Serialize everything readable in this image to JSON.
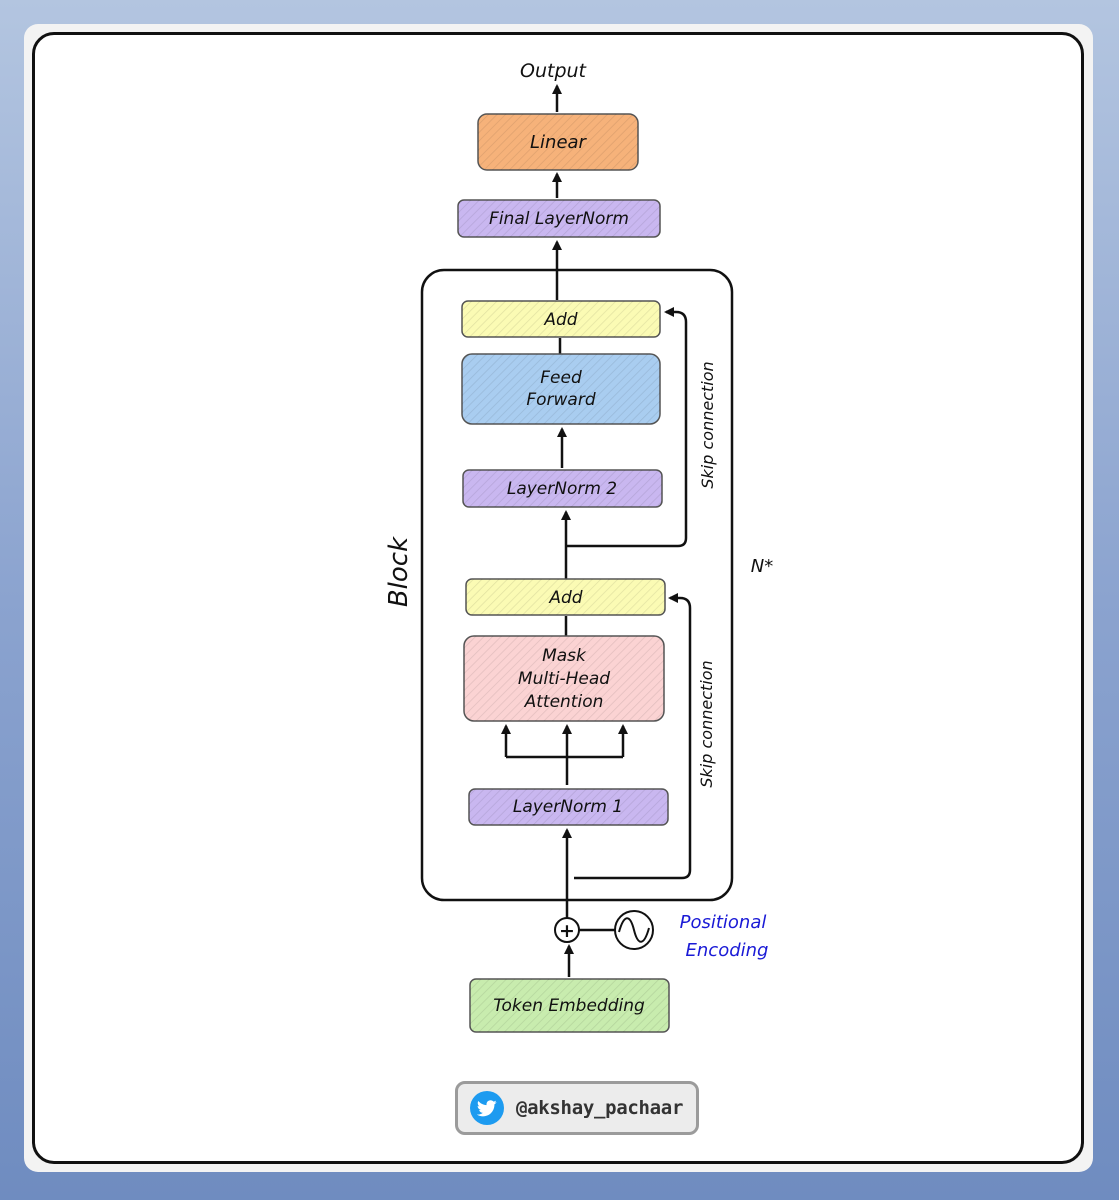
{
  "diagram": {
    "output": "Output",
    "linear": "Linear",
    "final_layernorm": "Final LayerNorm",
    "add_top": "Add",
    "feed_forward": [
      "Feed",
      "Forward"
    ],
    "layernorm2": "LayerNorm 2",
    "add_bottom": "Add",
    "attention": [
      "Mask",
      "Multi-Head",
      "Attention"
    ],
    "layernorm1": "LayerNorm 1",
    "token_embedding": "Token Embedding",
    "positional_encoding": [
      "Positional",
      "Encoding"
    ],
    "block_label": "Block",
    "repeat_label": "N*",
    "skip_top": "Skip connection",
    "skip_bottom": "Skip connection",
    "plus": "+"
  },
  "colors": {
    "linear": "#f6b27a",
    "layernorm": "#c9b7f0",
    "add": "#fbfbb4",
    "feed_forward": "#a9cdf0",
    "attention": "#fbd3d3",
    "embedding": "#c8ecae",
    "positional_text": "#1a1ad6",
    "twitter": "#1d9bf0"
  },
  "footer": {
    "handle": "@akshay_pachaar",
    "icon": "twitter-bird-icon"
  }
}
